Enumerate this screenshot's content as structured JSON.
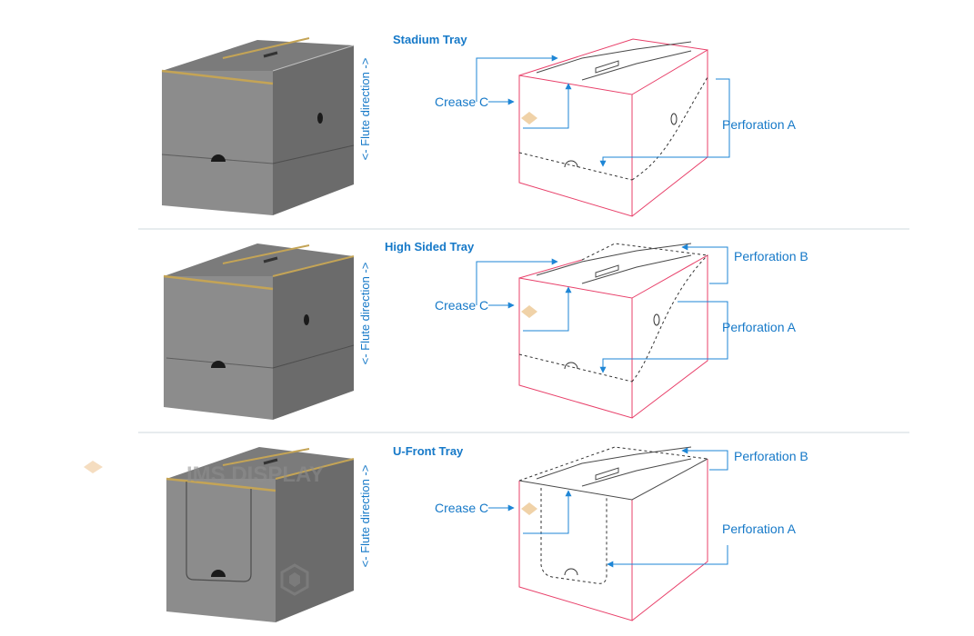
{
  "colors": {
    "callout": "#1679c8",
    "leader": "#1e86d6",
    "die_line": "#e8406a",
    "crease_marker": "#f0d2a8",
    "box_front": "#8c8c8c",
    "box_side": "#6b6b6b",
    "box_top": "#7b7b7b",
    "tape": "#c4a456"
  },
  "watermark": "IMS DISPLAY",
  "panels": [
    {
      "title": "Stadium Tray",
      "flute_label": "<- Flute direction ->",
      "crease_label": "Crease C",
      "perf_a_label": "Perforation A"
    },
    {
      "title": "High Sided Tray",
      "flute_label": "<- Flute direction ->",
      "crease_label": "Crease C",
      "perf_a_label": "Perforation A",
      "perf_b_label": "Perforation B"
    },
    {
      "title": "U-Front Tray",
      "flute_label": "<- Flute direction ->",
      "crease_label": "Crease C",
      "perf_a_label": "Perforation A",
      "perf_b_label": "Perforation B"
    }
  ]
}
